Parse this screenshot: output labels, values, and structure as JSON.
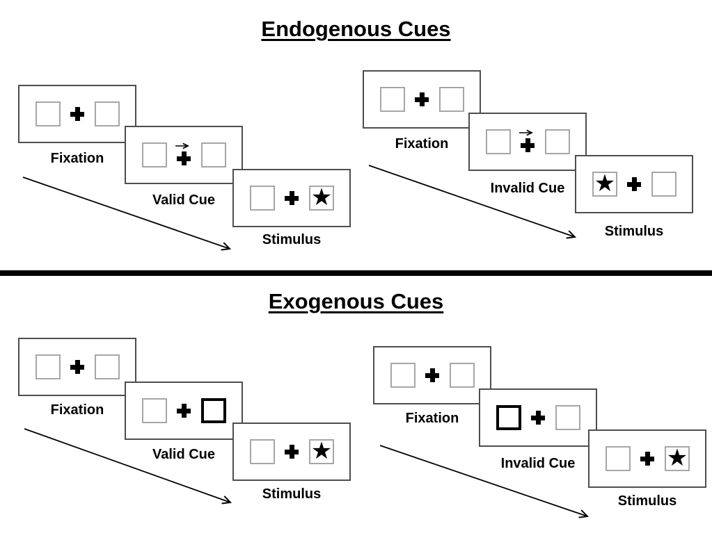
{
  "colors": {
    "black": "#000000",
    "panel_border": "#4d4d4d",
    "box_border": "#a6a6a6",
    "background": "#ffffff"
  },
  "icons": {
    "star": "★"
  },
  "sections": [
    {
      "title": "Endogenous Cues",
      "sequences": [
        {
          "name": "valid",
          "panels": [
            {
              "label": "Fixation"
            },
            {
              "label": "Valid Cue"
            },
            {
              "label": "Stimulus"
            }
          ]
        },
        {
          "name": "invalid",
          "panels": [
            {
              "label": "Fixation"
            },
            {
              "label": "Invalid Cue"
            },
            {
              "label": "Stimulus"
            }
          ]
        }
      ]
    },
    {
      "title": "Exogenous Cues",
      "sequences": [
        {
          "name": "valid",
          "panels": [
            {
              "label": "Fixation"
            },
            {
              "label": "Valid Cue"
            },
            {
              "label": "Stimulus"
            }
          ]
        },
        {
          "name": "invalid",
          "panels": [
            {
              "label": "Fixation"
            },
            {
              "label": "Invalid Cue"
            },
            {
              "label": "Stimulus"
            }
          ]
        }
      ]
    }
  ]
}
